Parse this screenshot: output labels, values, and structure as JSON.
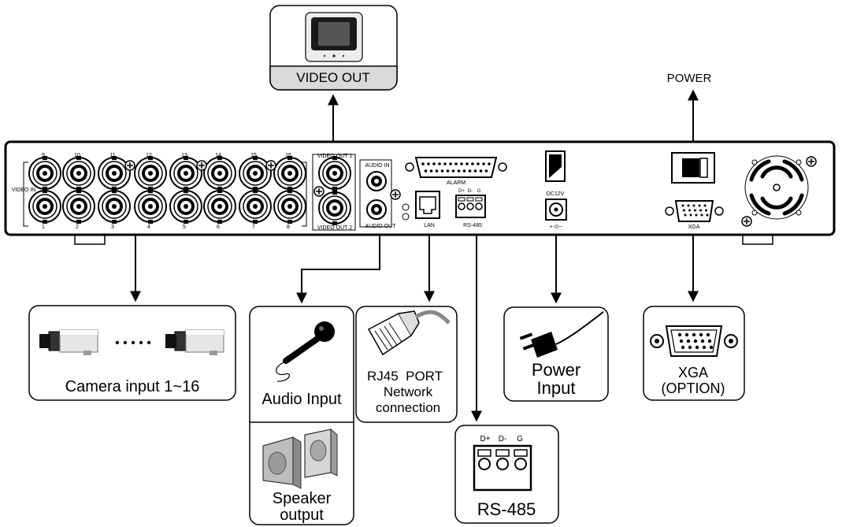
{
  "video_out": {
    "label": "VIDEO OUT"
  },
  "power": {
    "label": "POWER"
  },
  "panel": {
    "top_channel_numbers": [
      "9",
      "10",
      "11",
      "12",
      "13",
      "14",
      "15",
      "16"
    ],
    "bottom_channel_numbers": [
      "1",
      "2",
      "3",
      "4",
      "5",
      "6",
      "7",
      "8"
    ],
    "video_in_label": "VIDEO IN",
    "video_out_1_label": "VIDEO OUT 1",
    "video_out_2_label": "VIDEO OUT 2",
    "audio_in_label": "AUDIO IN",
    "audio_out_label": "AUDIO OUT",
    "alarm_label": "ALARM",
    "lan_label": "LAN",
    "rs485_label": "RS-485",
    "rs485_pins": [
      "D+",
      "D-",
      "G"
    ],
    "dc_label": "DC12V",
    "polarity_label": "+-⊙--",
    "xga_label": "XGA"
  },
  "boxes": {
    "camera": {
      "label": "Camera input 1~16",
      "dots": "• • • • •"
    },
    "audio_input": {
      "label": "Audio Input"
    },
    "speaker": {
      "line1": "Speaker",
      "line2": "output"
    },
    "rj45": {
      "line1": "RJ45  PORT",
      "line2": "Network",
      "line3": "connection"
    },
    "power_input": {
      "line1": "Power",
      "line2": "Input"
    },
    "xga": {
      "line1": "XGA",
      "line2": "(OPTION)"
    },
    "rs485": {
      "label": "RS-485",
      "pins": [
        "D+",
        "D-",
        "G"
      ]
    }
  },
  "icons": {
    "tv": "tv-monitor-icon",
    "camera": "box-camera-icon",
    "microphone": "microphone-icon",
    "speaker": "speaker-icon",
    "rj45": "rj45-cable-icon",
    "plug": "power-plug-icon",
    "vga": "vga-connector-icon",
    "terminal": "terminal-block-icon"
  },
  "colors": {
    "line": "#000000",
    "box_fill": "#ffffff",
    "label_band": "#d9d9d9"
  }
}
